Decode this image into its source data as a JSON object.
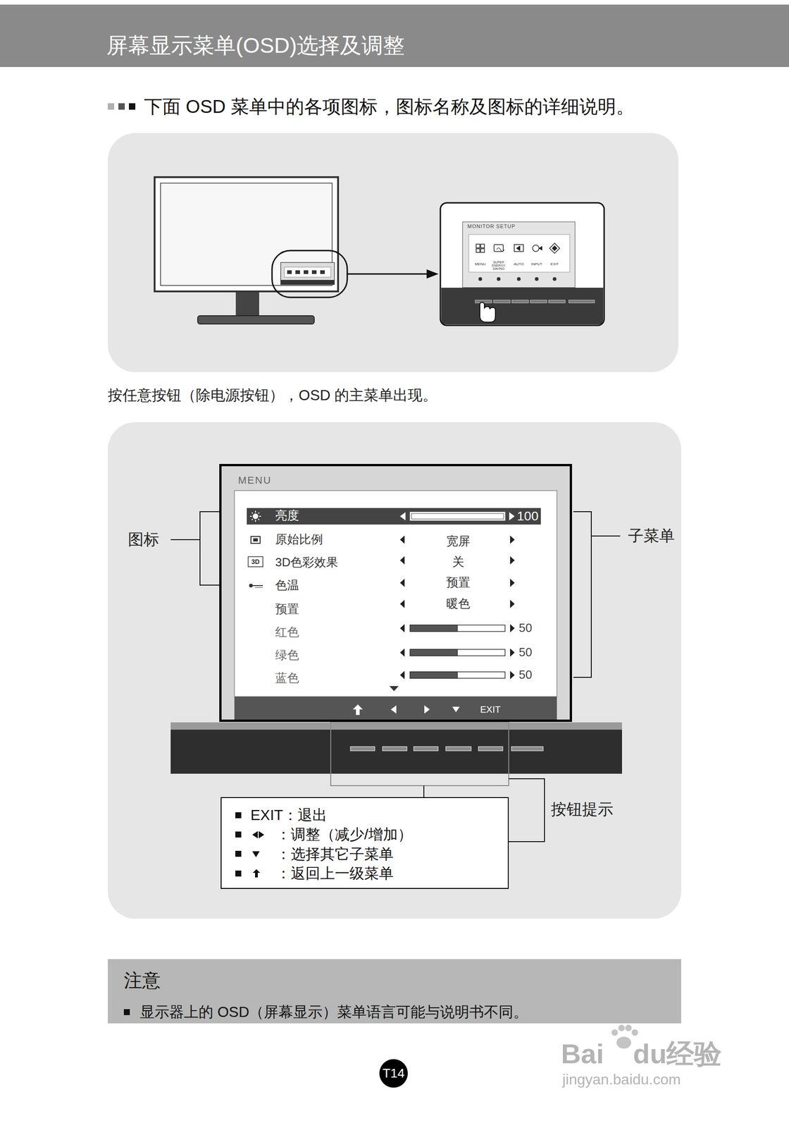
{
  "diagram": {
    "title": "屏幕显示菜单(OSD)选择及调整",
    "nodes": [
      {
        "text": [
          "MONITOR SETUP"
        ]
      },
      {
        "text": [
          "MENU"
        ]
      },
      {
        "text": [
          "EXIT：退出",
          "：调整（减少/增加）",
          "：选择其它子菜单",
          "：返回上一级菜单"
        ]
      },
      {
        "text": [
          "注意",
          "显示器上的 OSD（屏幕显示）菜单语言可能与说明书不同。"
        ]
      },
      {
        "text": [
          "T14"
        ]
      }
    ],
    "labels": [
      "下面 OSD 菜单中的各项图标，图标名称及图标的详细说明。",
      "MENU",
      "SUPER ENERGY SAVING",
      "AUTO",
      "INPUT",
      "EXIT",
      "按任意按钮（除电源按钮），OSD 的主菜单出现。",
      "亮度",
      "100",
      "原始比例",
      "宽屏",
      "3D",
      "3D色彩效果",
      "关",
      "色温",
      "预置",
      "预置",
      "暖色",
      "红色",
      "50",
      "绿色",
      "50",
      "蓝色",
      "50",
      "EXIT",
      "图标",
      "子菜单",
      "按钮提示",
      "Bai",
      "du经验",
      "jingyan.baidu.com"
    ]
  }
}
